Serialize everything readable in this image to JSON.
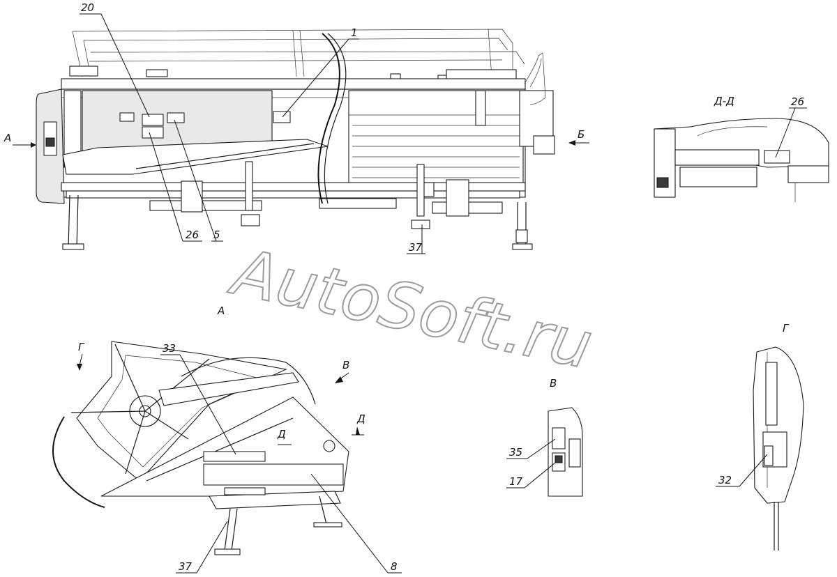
{
  "watermark": "AutoSoft.ru",
  "views": {
    "view_label_a": "А",
    "section_dd_title": "Д-Д",
    "view_v_title": "В",
    "view_g_title": "Г"
  },
  "arrows": {
    "arrow_a": "А",
    "arrow_b": "Б",
    "arrow_g": "Г",
    "arrow_v": "В",
    "arrow_d_upper": "Д",
    "arrow_d_lower": "Д"
  },
  "callouts": {
    "main_view": [
      "20",
      "1",
      "26",
      "5",
      "37"
    ],
    "section_dd": [
      "26"
    ],
    "view_a": [
      "33",
      "37",
      "8"
    ],
    "view_v": [
      "35",
      "17"
    ],
    "view_g": [
      "32"
    ]
  }
}
